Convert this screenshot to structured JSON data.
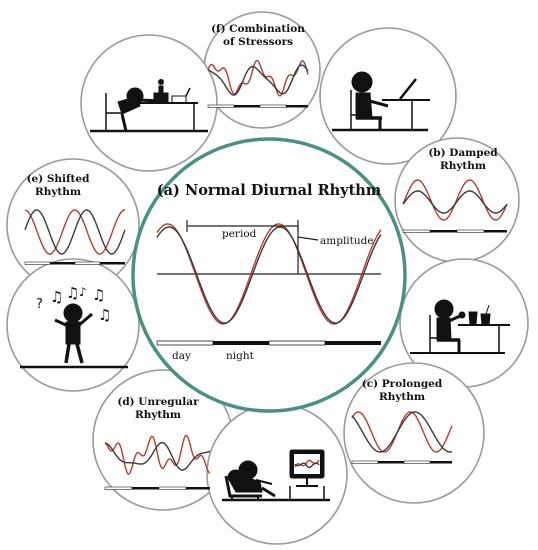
{
  "center": {
    "title": "(a) Normal Diurnal Rhythm",
    "period_label": "period",
    "amplitude_label": "amplitude",
    "day_label": "day",
    "night_label": "night"
  },
  "bubbles": {
    "b": {
      "line1": "(b) Damped",
      "line2": "Rhythm"
    },
    "c": {
      "line1": "(c) Prolonged",
      "line2": "Rhythm"
    },
    "d": {
      "line1": "(d) Unregular",
      "line2": "Rhythm"
    },
    "e": {
      "line1": "(e) Shifted",
      "line2": "Rhythm"
    },
    "f": {
      "line1": "(f) Combination",
      "line2": "of Stressors"
    }
  },
  "colors": {
    "center_border": "#4d8f80",
    "bubble_border": "#9a9a9a",
    "curve_red": "#b3402e",
    "curve_black": "#3a3a3a"
  },
  "icons": [
    "person-at-desk-icon",
    "person-sleeping-at-desk-icon",
    "person-eating-icon",
    "person-gaming-icon",
    "person-dancing-icon",
    "music-notes-icon"
  ]
}
